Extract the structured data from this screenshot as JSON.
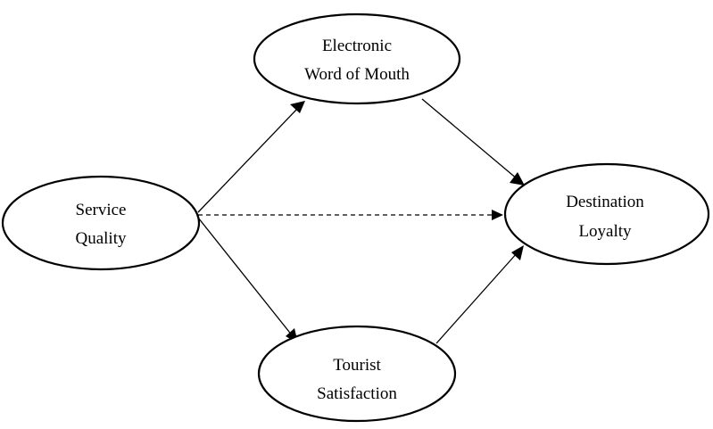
{
  "nodes": {
    "ewom": {
      "line1": "Electronic",
      "line2": "Word of Mouth"
    },
    "service_quality": {
      "line1": "Service",
      "line2": "Quality"
    },
    "destination_loyalty": {
      "line1": "Destination",
      "line2": "Loyalty"
    },
    "tourist_satisfaction": {
      "line1": "Tourist",
      "line2": "Satisfaction"
    }
  },
  "edges": [
    {
      "from": "Service Quality",
      "to": "Electronic Word of Mouth",
      "style": "solid"
    },
    {
      "from": "Electronic Word of Mouth",
      "to": "Destination Loyalty",
      "style": "solid"
    },
    {
      "from": "Service Quality",
      "to": "Destination Loyalty",
      "style": "dashed"
    },
    {
      "from": "Service Quality",
      "to": "Tourist Satisfaction",
      "style": "solid"
    },
    {
      "from": "Tourist Satisfaction",
      "to": "Destination Loyalty",
      "style": "solid"
    }
  ]
}
